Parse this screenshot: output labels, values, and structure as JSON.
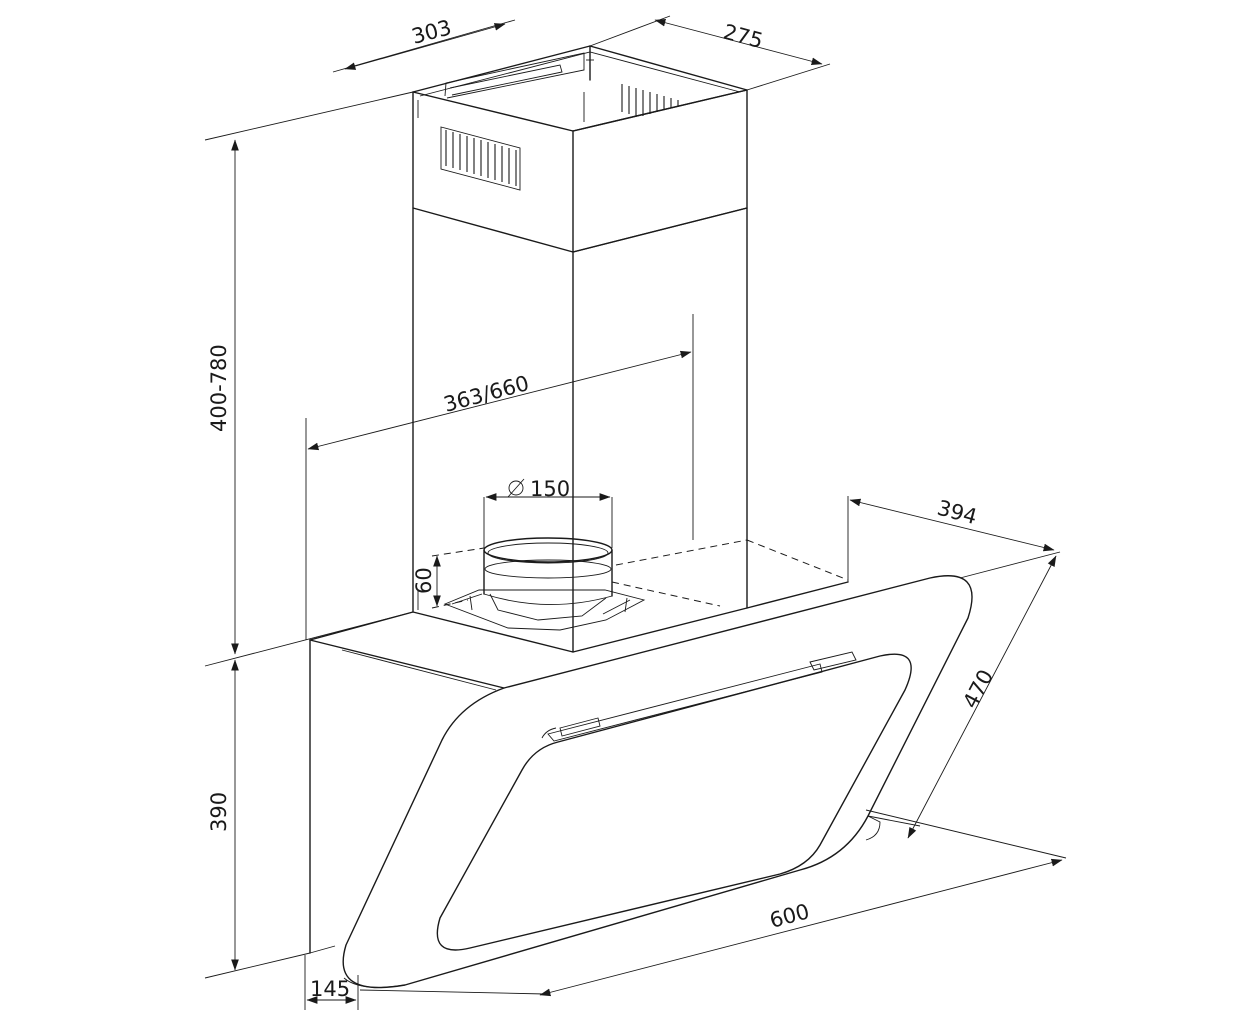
{
  "drawing": {
    "dimensions": {
      "chimney_width": "303",
      "chimney_depth": "275",
      "chimney_height": "400-780",
      "bracket_range": "363/660",
      "outlet_diameter": "150",
      "outlet_height": "60",
      "hood_depth": "394",
      "glass_panel_height": "470",
      "hood_height": "390",
      "hood_width": "600",
      "bottom_depth": "145"
    },
    "colors": {
      "line": "#1a1a1a",
      "background": "#ffffff"
    }
  }
}
